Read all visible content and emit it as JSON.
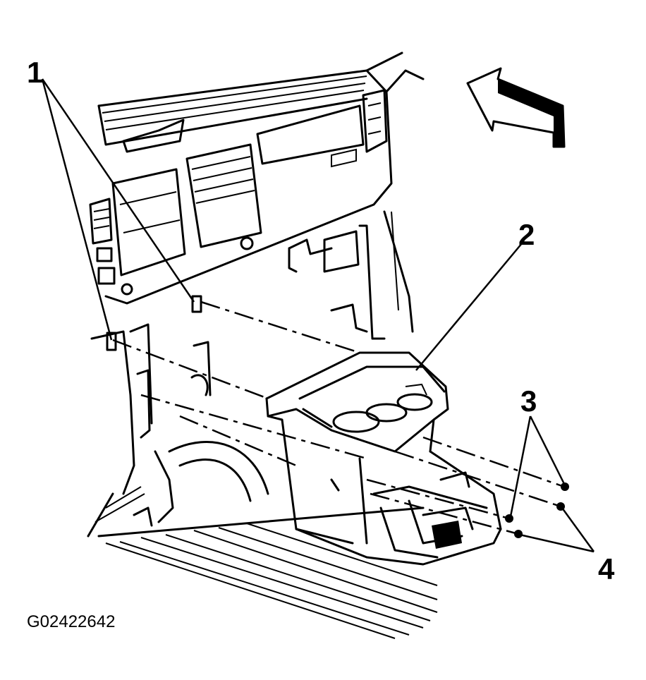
{
  "callouts": {
    "c1": "1",
    "c2": "2",
    "c3": "3",
    "c4": "4"
  },
  "figure_id": "G02422642",
  "colors": {
    "ink": "#000000",
    "paper": "#ffffff"
  },
  "icons": {
    "direction": "forward-arrow-icon"
  }
}
